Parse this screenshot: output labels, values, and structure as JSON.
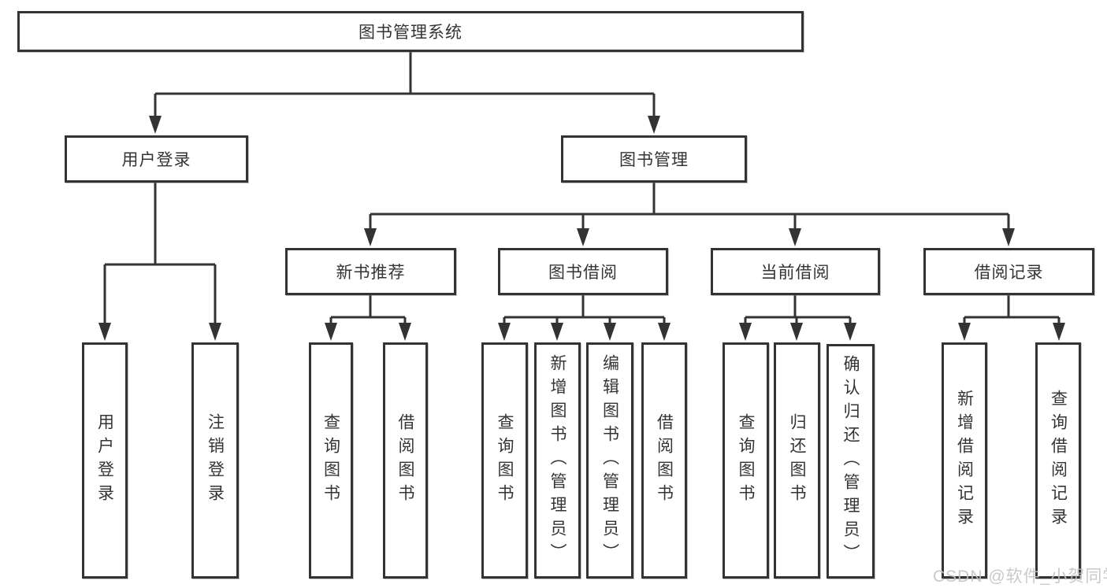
{
  "diagram": {
    "kind": "functional-structure-tree",
    "tree": {
      "label": "图书管理系统",
      "children": [
        {
          "label": "用户登录",
          "children": [
            {
              "label": "用户登录"
            },
            {
              "label": "注销登录"
            }
          ]
        },
        {
          "label": "图书管理",
          "children": [
            {
              "label": "新书推荐",
              "children": [
                {
                  "label": "查询图书"
                },
                {
                  "label": "借阅图书"
                }
              ]
            },
            {
              "label": "图书借阅",
              "children": [
                {
                  "label": "查询图书"
                },
                {
                  "label": "新增图书（管理员）"
                },
                {
                  "label": "编辑图书（管理员）"
                },
                {
                  "label": "借阅图书"
                }
              ]
            },
            {
              "label": "当前借阅",
              "children": [
                {
                  "label": "查询图书"
                },
                {
                  "label": "归还图书"
                },
                {
                  "label": "确认归还（管理员）"
                }
              ]
            },
            {
              "label": "借阅记录",
              "children": [
                {
                  "label": "新增借阅记录"
                },
                {
                  "label": "查询借阅记录"
                }
              ]
            }
          ]
        }
      ]
    },
    "colors": {
      "line": "#333333",
      "box_border": "#333333",
      "box_fill": "#ffffff",
      "text": "#343434",
      "background": "#ffffff",
      "watermark": "#c3c3c3"
    }
  },
  "watermark": {
    "text": "CSDN @软件_小贺同学"
  }
}
